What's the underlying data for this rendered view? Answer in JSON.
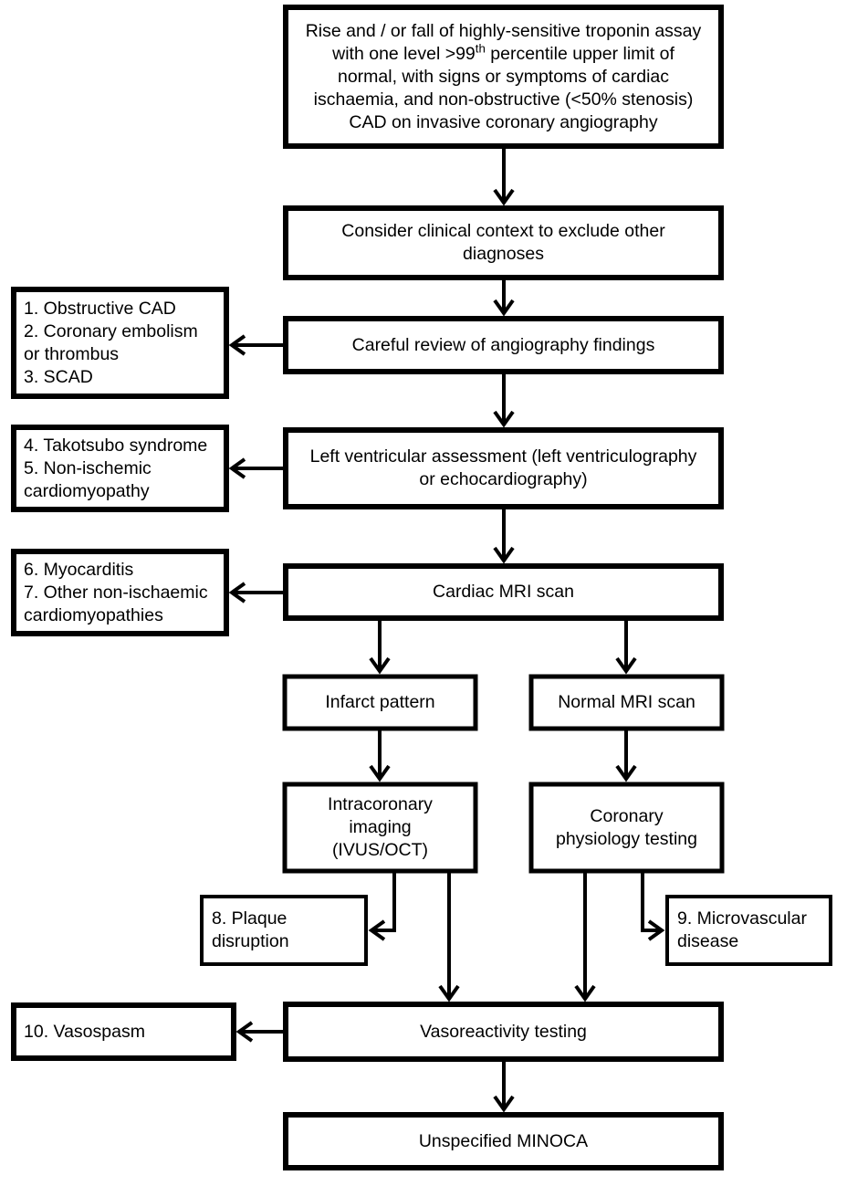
{
  "diagram": {
    "title": "MINOCA diagnostic algorithm flowchart",
    "colors": {
      "line": "#000000",
      "box_fill": "#ffffff",
      "text": "#000000"
    },
    "nodes": {
      "definition": {
        "line1": "Rise and / or fall of highly-sensitive troponin assay",
        "line2_a": "with one level >99",
        "line2_sup": "th",
        "line2_b": " percentile upper limit of",
        "line3": "normal, with signs or symptoms of cardiac",
        "line4": "ischaemia, and non-obstructive (<50% stenosis)",
        "line5": "CAD on invasive coronary angiography"
      },
      "clinical_context": "Consider clinical context to exclude other\ndiagnoses",
      "angiography_review": "Careful review of angiography findings",
      "lv_assessment": "Left ventricular assessment (left ventriculography\nor echocardiography)",
      "cardiac_mri": "Cardiac MRI scan",
      "infarct_pattern": "Infarct pattern",
      "normal_mri": "Normal MRI scan",
      "intracoronary_imaging": "Intracoronary\nimaging\n(IVUS/OCT)",
      "coronary_physiology": "Coronary\nphysiology testing",
      "vasoreactivity_testing": "Vasoreactivity testing",
      "unspecified_minoca": "Unspecified MINOCA"
    },
    "outcomes": {
      "group_1": "1. Obstructive CAD\n2. Coronary embolism\nor thrombus\n3. SCAD",
      "group_2": "4. Takotsubo syndrome\n5. Non-ischemic\ncardiomyopathy",
      "group_3": "6. Myocarditis\n7. Other non-ischaemic\ncardiomyopathies",
      "plaque_disruption": "8. Plaque\ndisruption",
      "microvascular_disease": "9. Microvascular\ndisease",
      "vasospasm": "10. Vasospasm"
    }
  }
}
